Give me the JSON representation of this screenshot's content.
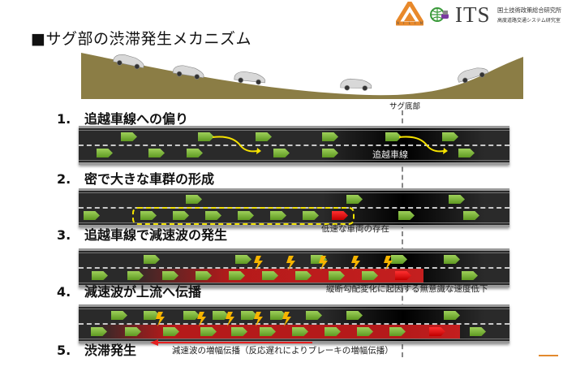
{
  "header": {
    "title": "■サグ部の渋滞発生メカニズム",
    "logo_triangle_caption": "N I L I M",
    "logo_text": "ITS",
    "org_line1": "国土技術政策総合研究所",
    "org_line2": "高度道路交通システム研究室",
    "icons": [
      "nilim-triangle-logo",
      "globe-car-icon"
    ]
  },
  "colors": {
    "hill": "#8b7d45",
    "road": "#2a2a2a",
    "car_normal": "#7cb83a",
    "car_slow": "#e00000",
    "wave": "#b51a1a",
    "arrow_yellow": "#f5e200",
    "arrow_red": "#e52020",
    "accent_orange": "#e38a2e"
  },
  "sag": {
    "label": "サグ底部"
  },
  "steps": [
    {
      "num": "1.",
      "label": "追越車線への偏り",
      "road_label": "追越車線"
    },
    {
      "num": "2.",
      "label": "密で大きな車群の形成",
      "annotation": "低速な車両の存在"
    },
    {
      "num": "3.",
      "label": "追越車線で減速波の発生",
      "annotation": "縦断勾配変化に起因する無意識な速度低下"
    },
    {
      "num": "4.",
      "label": "減速波が上流へ伝播",
      "annotation": "減速波の増幅伝播（反応遅れによりブレーキの増幅伝播）"
    },
    {
      "num": "5.",
      "label": "渋滞発生"
    }
  ]
}
